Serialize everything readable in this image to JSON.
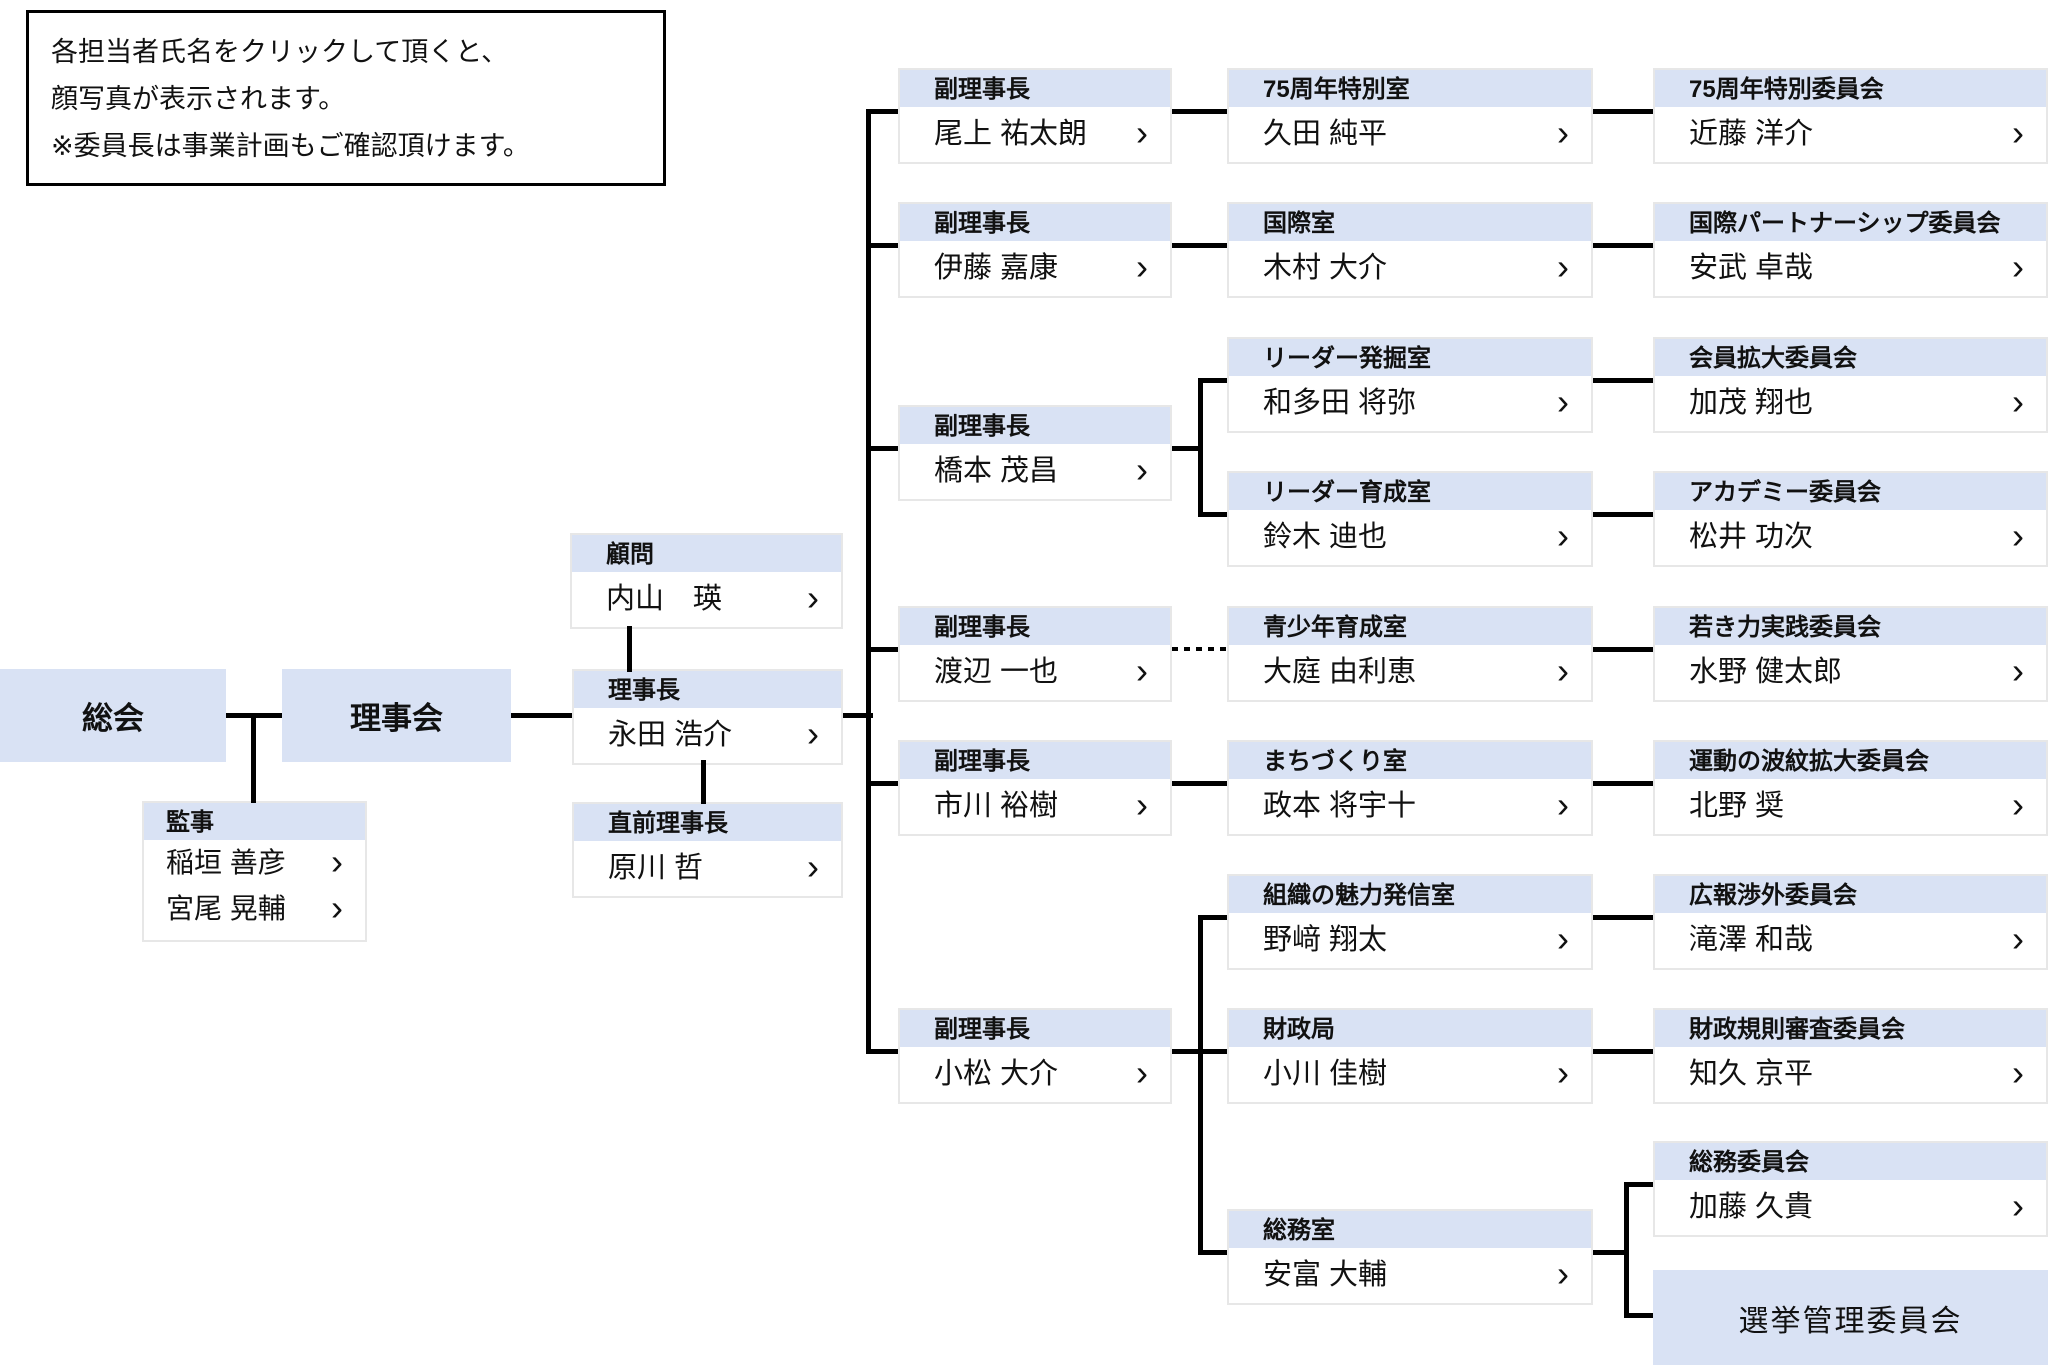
{
  "palette": {
    "header_bg": "#d9e2f4",
    "body_bg": "#ffffff",
    "box_border": "#e7e7e7",
    "line_color": "#000000"
  },
  "icons": {
    "chevron": "›"
  },
  "note": {
    "lines": [
      "各担当者氏名をクリックして頂くと、",
      "顔写真が表示されます。",
      "※委員長は事業計画もご確認頂けます。"
    ]
  },
  "boxes": {
    "soukai": {
      "label": "総会"
    },
    "rijikai": {
      "label": "理事会"
    },
    "kanji": {
      "title": "監事",
      "members": [
        "稲垣 善彦",
        "宮尾 晃輔"
      ]
    },
    "komon": {
      "title": "顧問",
      "name": "内山　瑛"
    },
    "rijicho": {
      "title": "理事長",
      "name": "永田 浩介"
    },
    "chokuzen": {
      "title": "直前理事長",
      "name": "原川 哲"
    },
    "vice1": {
      "title": "副理事長",
      "name": "尾上 祐太朗"
    },
    "vice2": {
      "title": "副理事長",
      "name": "伊藤 嘉康"
    },
    "vice3": {
      "title": "副理事長",
      "name": "橋本 茂昌"
    },
    "vice4": {
      "title": "副理事長",
      "name": "渡辺 一也"
    },
    "vice5": {
      "title": "副理事長",
      "name": "市川 裕樹"
    },
    "vice6": {
      "title": "副理事長",
      "name": "小松 大介"
    },
    "room1": {
      "title": "75周年特別室",
      "name": "久田 純平"
    },
    "room2": {
      "title": "国際室",
      "name": "木村 大介"
    },
    "room3": {
      "title": "リーダー発掘室",
      "name": "和多田 将弥"
    },
    "room4": {
      "title": "リーダー育成室",
      "name": "鈴木 迪也"
    },
    "room5": {
      "title": "青少年育成室",
      "name": "大庭 由利恵"
    },
    "room6": {
      "title": "まちづくり室",
      "name": "政本 将宇十"
    },
    "room7": {
      "title": "組織の魅力発信室",
      "name": "野﨑 翔太"
    },
    "room8": {
      "title": "財政局",
      "name": "小川 佳樹"
    },
    "room9": {
      "title": "総務室",
      "name": "安富 大輔"
    },
    "com1": {
      "title": "75周年特別委員会",
      "name": "近藤 洋介"
    },
    "com2": {
      "title": "国際パートナーシップ委員会",
      "name": "安武 卓哉"
    },
    "com3": {
      "title": "会員拡大委員会",
      "name": "加茂 翔也"
    },
    "com4": {
      "title": "アカデミー委員会",
      "name": "松井 功次"
    },
    "com5": {
      "title": "若き力実践委員会",
      "name": "水野 健太郎"
    },
    "com6": {
      "title": "運動の波紋拡大委員会",
      "name": "北野 奨"
    },
    "com7": {
      "title": "広報渉外委員会",
      "name": "滝澤 和哉"
    },
    "com8": {
      "title": "財政規則審査委員会",
      "name": "知久 京平"
    },
    "com9": {
      "title": "総務委員会",
      "name": "加藤 久貴"
    },
    "senkyo": {
      "label": "選挙管理委員会"
    }
  }
}
